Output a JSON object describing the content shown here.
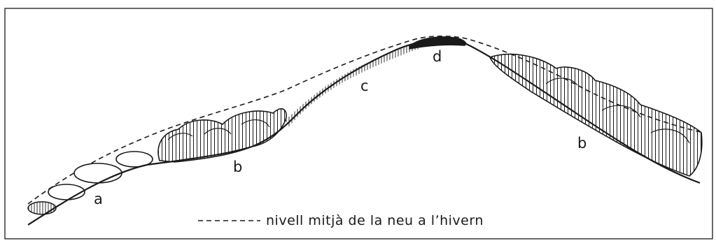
{
  "labels": {
    "a": "a",
    "b_left": "b",
    "c": "c",
    "d": "d",
    "b_right": "b"
  },
  "legend": {
    "text": "nivell mitjà de la neu a l’hivern"
  },
  "colors": {
    "ink": "#1a1a1a",
    "background": "#ffffff"
  }
}
